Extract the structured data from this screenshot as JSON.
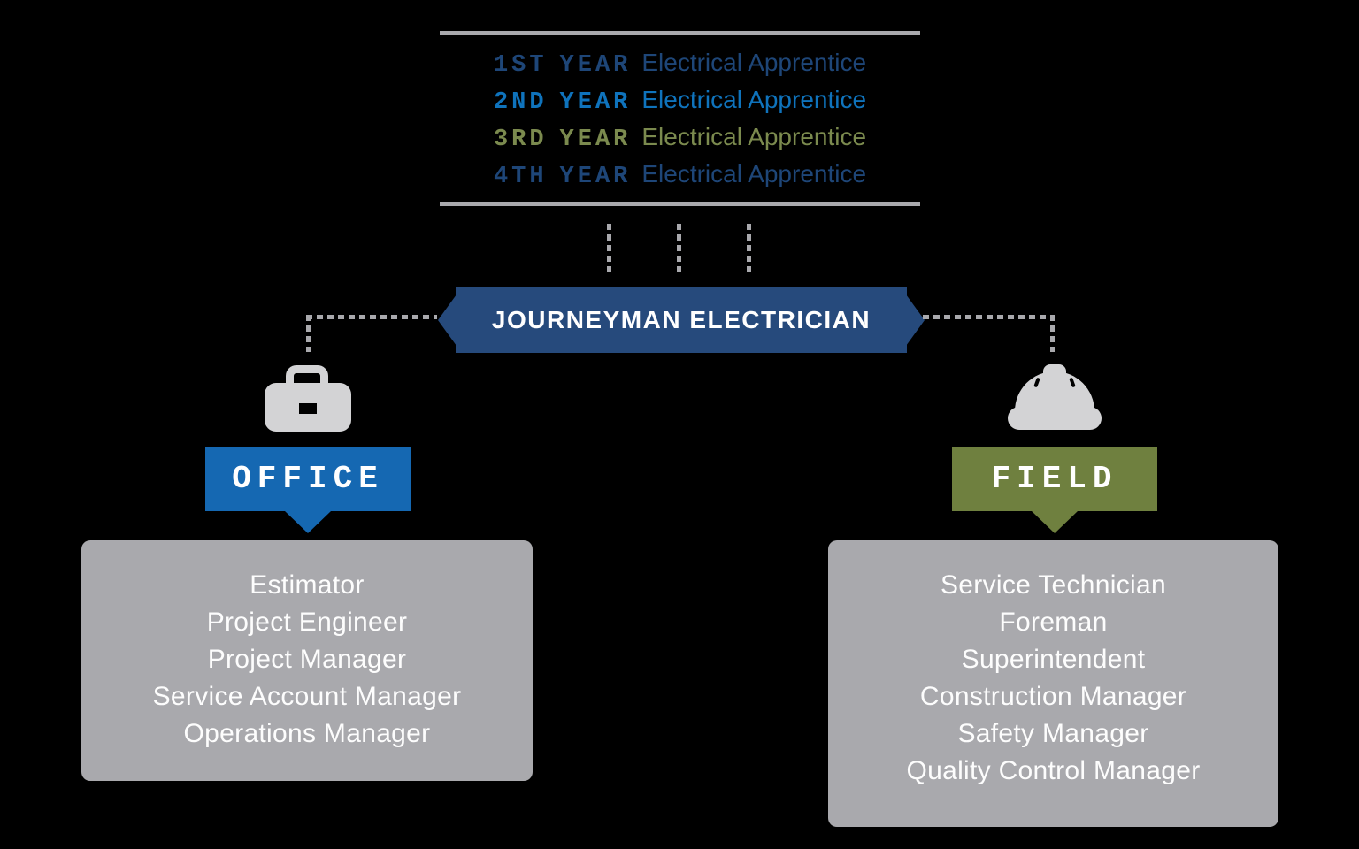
{
  "title": "Electrician career path diagram",
  "colors": {
    "background": "#000000",
    "navy_text": "#1e4678",
    "blue_text": "#0f73bc",
    "olive_text": "#7b8a4e",
    "banner_navy": "#264a7c",
    "office_blue": "#1568b2",
    "field_olive": "#6f803f",
    "connector_gray": "#a9a9ad",
    "box_gray": "#a9a9ad",
    "icon_gray": "#d3d3d5",
    "text_white": "#ffffff"
  },
  "ladder": {
    "rows": [
      {
        "ordinal": "1ST",
        "year": "YEAR",
        "title": "Electrical Apprentice",
        "color": "#1e4678"
      },
      {
        "ordinal": "2ND",
        "year": "YEAR",
        "title": "Electrical Apprentice",
        "color": "#0f73bc"
      },
      {
        "ordinal": "3RD",
        "year": "YEAR",
        "title": "Electrical Apprentice",
        "color": "#7b8a4e"
      },
      {
        "ordinal": "4TH",
        "year": "YEAR",
        "title": "Electrical Apprentice",
        "color": "#1e4678"
      }
    ]
  },
  "journeyman": {
    "label": "JOURNEYMAN ELECTRICIAN"
  },
  "branches": {
    "office": {
      "label": "OFFICE",
      "icon": "briefcase-icon",
      "roles": [
        "Estimator",
        "Project Engineer",
        "Project Manager",
        "Service Account Manager",
        "Operations Manager"
      ]
    },
    "field": {
      "label": "FIELD",
      "icon": "hardhat-icon",
      "roles": [
        "Service Technician",
        "Foreman",
        "Superintendent",
        "Construction Manager",
        "Safety Manager",
        "Quality Control Manager"
      ]
    }
  }
}
